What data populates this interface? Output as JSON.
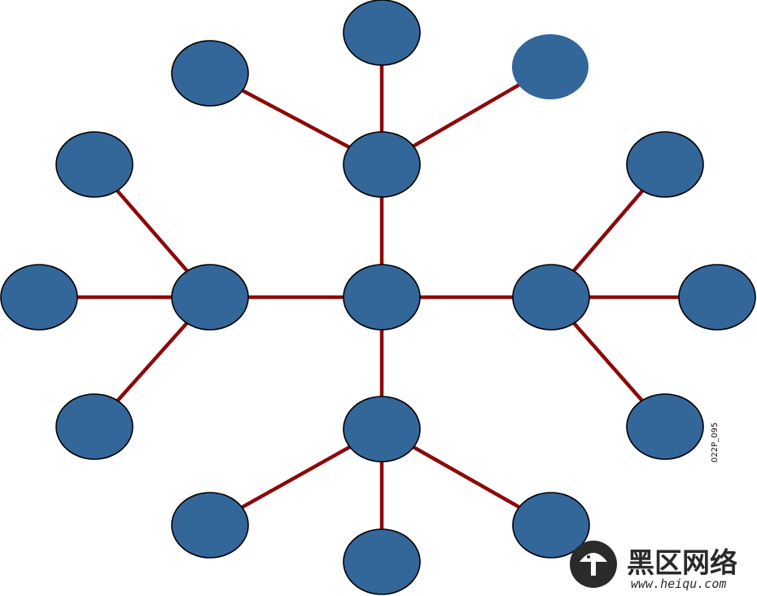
{
  "diagram": {
    "figure_id": "022P_095",
    "node_color": "#336699",
    "edge_color": "#8b0a0a",
    "nodes": [
      {
        "id": "center"
      },
      {
        "id": "hub-top"
      },
      {
        "id": "hub-left"
      },
      {
        "id": "hub-right"
      },
      {
        "id": "hub-bottom"
      },
      {
        "id": "top-top"
      },
      {
        "id": "top-left"
      },
      {
        "id": "top-right"
      },
      {
        "id": "left-upper"
      },
      {
        "id": "left-far"
      },
      {
        "id": "left-lower"
      },
      {
        "id": "right-upper"
      },
      {
        "id": "right-far"
      },
      {
        "id": "right-lower"
      },
      {
        "id": "bottom-left"
      },
      {
        "id": "bottom-bottom"
      },
      {
        "id": "bottom-right"
      }
    ],
    "edges": [
      [
        "center",
        "hub-top"
      ],
      [
        "center",
        "hub-left"
      ],
      [
        "center",
        "hub-right"
      ],
      [
        "center",
        "hub-bottom"
      ],
      [
        "hub-top",
        "top-top"
      ],
      [
        "hub-top",
        "top-left"
      ],
      [
        "hub-top",
        "top-right"
      ],
      [
        "hub-left",
        "left-upper"
      ],
      [
        "hub-left",
        "left-far"
      ],
      [
        "hub-left",
        "left-lower"
      ],
      [
        "hub-right",
        "right-upper"
      ],
      [
        "hub-right",
        "right-far"
      ],
      [
        "hub-right",
        "right-lower"
      ],
      [
        "hub-bottom",
        "bottom-left"
      ],
      [
        "hub-bottom",
        "bottom-bottom"
      ],
      [
        "hub-bottom",
        "bottom-right"
      ]
    ]
  },
  "watermark": {
    "text_cn": "黑区网络",
    "url": "www.heiqu.com"
  }
}
